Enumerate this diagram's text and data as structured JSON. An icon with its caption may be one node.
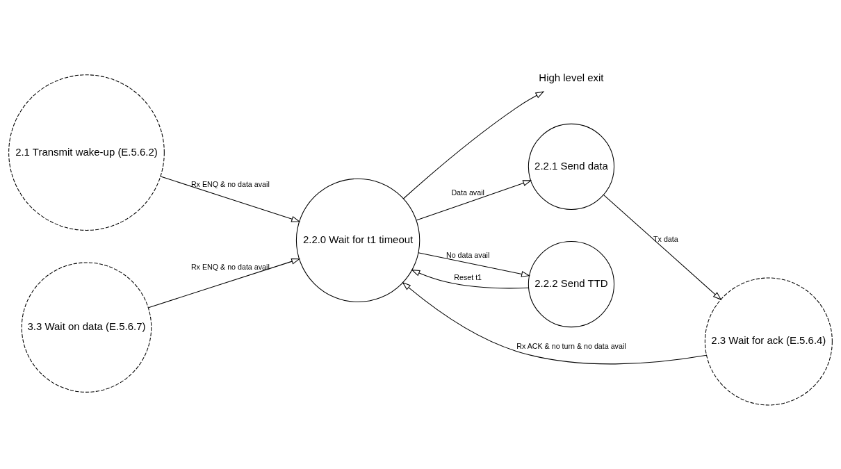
{
  "diagram": {
    "nodes": [
      {
        "text": [
          "2.1 Transmit wake-up (E.5.6.2)"
        ]
      },
      {
        "text": [
          "High level exit"
        ]
      },
      {
        "text": [
          "2.2.0 Wait for t1 timeout"
        ]
      },
      {
        "text": [
          "2.3 Wait for ack (E.5.6.4)"
        ]
      },
      {
        "text": [
          "3.3 Wait on data (E.5.6.7)"
        ]
      },
      {
        "text": [
          "2.2.1 Send data"
        ]
      },
      {
        "text": [
          "2.2.2 Send TTD"
        ]
      }
    ],
    "edges": [
      {
        "from": 0,
        "to": 2,
        "arrow": "to",
        "label": "Rx ENQ & no data avail"
      },
      {
        "from": 2,
        "to": 1,
        "arrow": "to"
      },
      {
        "from": 3,
        "to": 2,
        "arrow": "to",
        "label": "Rx ACK & no turn & no data avail"
      },
      {
        "from": 4,
        "to": 2,
        "arrow": "to",
        "label": "Rx ENQ & no data avail"
      },
      {
        "from": 2,
        "to": 5,
        "arrow": "to",
        "label": "Data avail"
      },
      {
        "from": 5,
        "to": 3,
        "arrow": "to",
        "label": "Tx data"
      },
      {
        "from": 2,
        "to": 6,
        "arrow": "to",
        "label": "No data avail"
      },
      {
        "from": 6,
        "to": 2,
        "arrow": "to",
        "label": "Reset t1"
      }
    ]
  }
}
